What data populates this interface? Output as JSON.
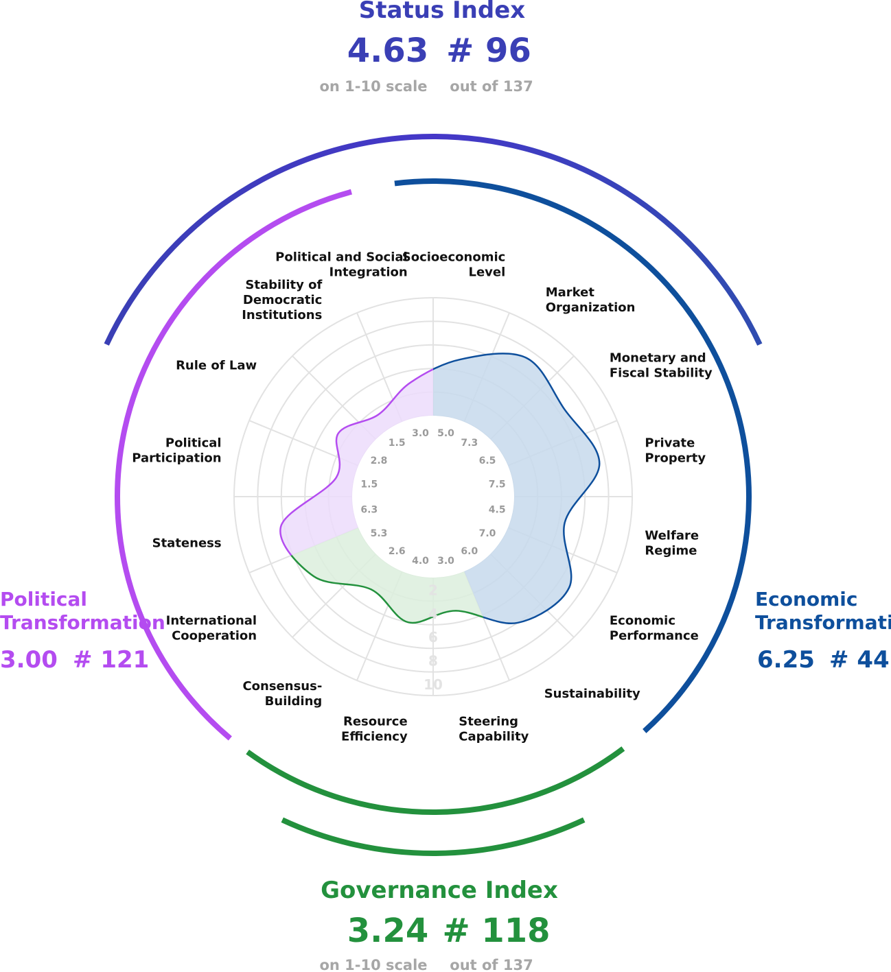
{
  "colors": {
    "status": "#3a3fb5",
    "political": "#b44cf0",
    "economic": "#0e4f9c",
    "governance": "#23913d",
    "grid": "#e2e2e2",
    "value_text": "#9a9a9a"
  },
  "status_index": {
    "title": "Status Index",
    "score": "4.63",
    "rank": "# 96",
    "score_note": "on 1-10 scale",
    "rank_note": "out of 137"
  },
  "governance_index": {
    "title": "Governance Index",
    "score": "3.24",
    "rank": "# 118",
    "score_note": "on 1-10 scale",
    "rank_note": "out of 137"
  },
  "political_transformation": {
    "title_line1": "Political",
    "title_line2": "Transformation",
    "score": "3.00",
    "rank": "# 121"
  },
  "economic_transformation": {
    "title_line1": "Economic",
    "title_line2": "Transformation",
    "score": "6.25",
    "rank": "# 44"
  },
  "chart_data": {
    "type": "radar",
    "scale": [
      0,
      10
    ],
    "ring_ticks": [
      "2",
      "4",
      "6",
      "8",
      "10"
    ],
    "criteria": [
      {
        "label": [
          "Socioeconomic",
          "Level"
        ],
        "value": 5.0,
        "value_label": "5.0",
        "group": "economic"
      },
      {
        "label": [
          "Market",
          "Organization"
        ],
        "value": 7.3,
        "value_label": "7.3",
        "group": "economic"
      },
      {
        "label": [
          "Monetary and",
          "Fiscal Stability"
        ],
        "value": 6.5,
        "value_label": "6.5",
        "group": "economic"
      },
      {
        "label": [
          "Private",
          "Property"
        ],
        "value": 7.5,
        "value_label": "7.5",
        "group": "economic"
      },
      {
        "label": [
          "Welfare",
          "Regime"
        ],
        "value": 4.5,
        "value_label": "4.5",
        "group": "economic"
      },
      {
        "label": [
          "Economic",
          "Performance"
        ],
        "value": 7.0,
        "value_label": "7.0",
        "group": "economic"
      },
      {
        "label": [
          "Sustainability"
        ],
        "value": 6.0,
        "value_label": "6.0",
        "group": "economic"
      },
      {
        "label": [
          "Steering",
          "Capability"
        ],
        "value": 3.0,
        "value_label": "3.0",
        "group": "governance"
      },
      {
        "label": [
          "Resource",
          "Efficiency"
        ],
        "value": 4.0,
        "value_label": "4.0",
        "group": "governance"
      },
      {
        "label": [
          "Consensus-",
          "Building"
        ],
        "value": 2.6,
        "value_label": "2.6",
        "group": "governance"
      },
      {
        "label": [
          "International",
          "Cooperation"
        ],
        "value": 5.3,
        "value_label": "5.3",
        "group": "governance"
      },
      {
        "label": [
          "Stateness"
        ],
        "value": 6.3,
        "value_label": "6.3",
        "group": "political"
      },
      {
        "label": [
          "Political",
          "Participation"
        ],
        "value": 1.5,
        "value_label": "1.5",
        "group": "political"
      },
      {
        "label": [
          "Rule of Law"
        ],
        "value": 2.8,
        "value_label": "2.8",
        "group": "political"
      },
      {
        "label": [
          "Stability of",
          "Democratic",
          "Institutions"
        ],
        "value": 1.5,
        "value_label": "1.5",
        "group": "political"
      },
      {
        "label": [
          "Political and Social",
          "Integration"
        ],
        "value": 3.0,
        "value_label": "3.0",
        "group": "political"
      }
    ]
  }
}
